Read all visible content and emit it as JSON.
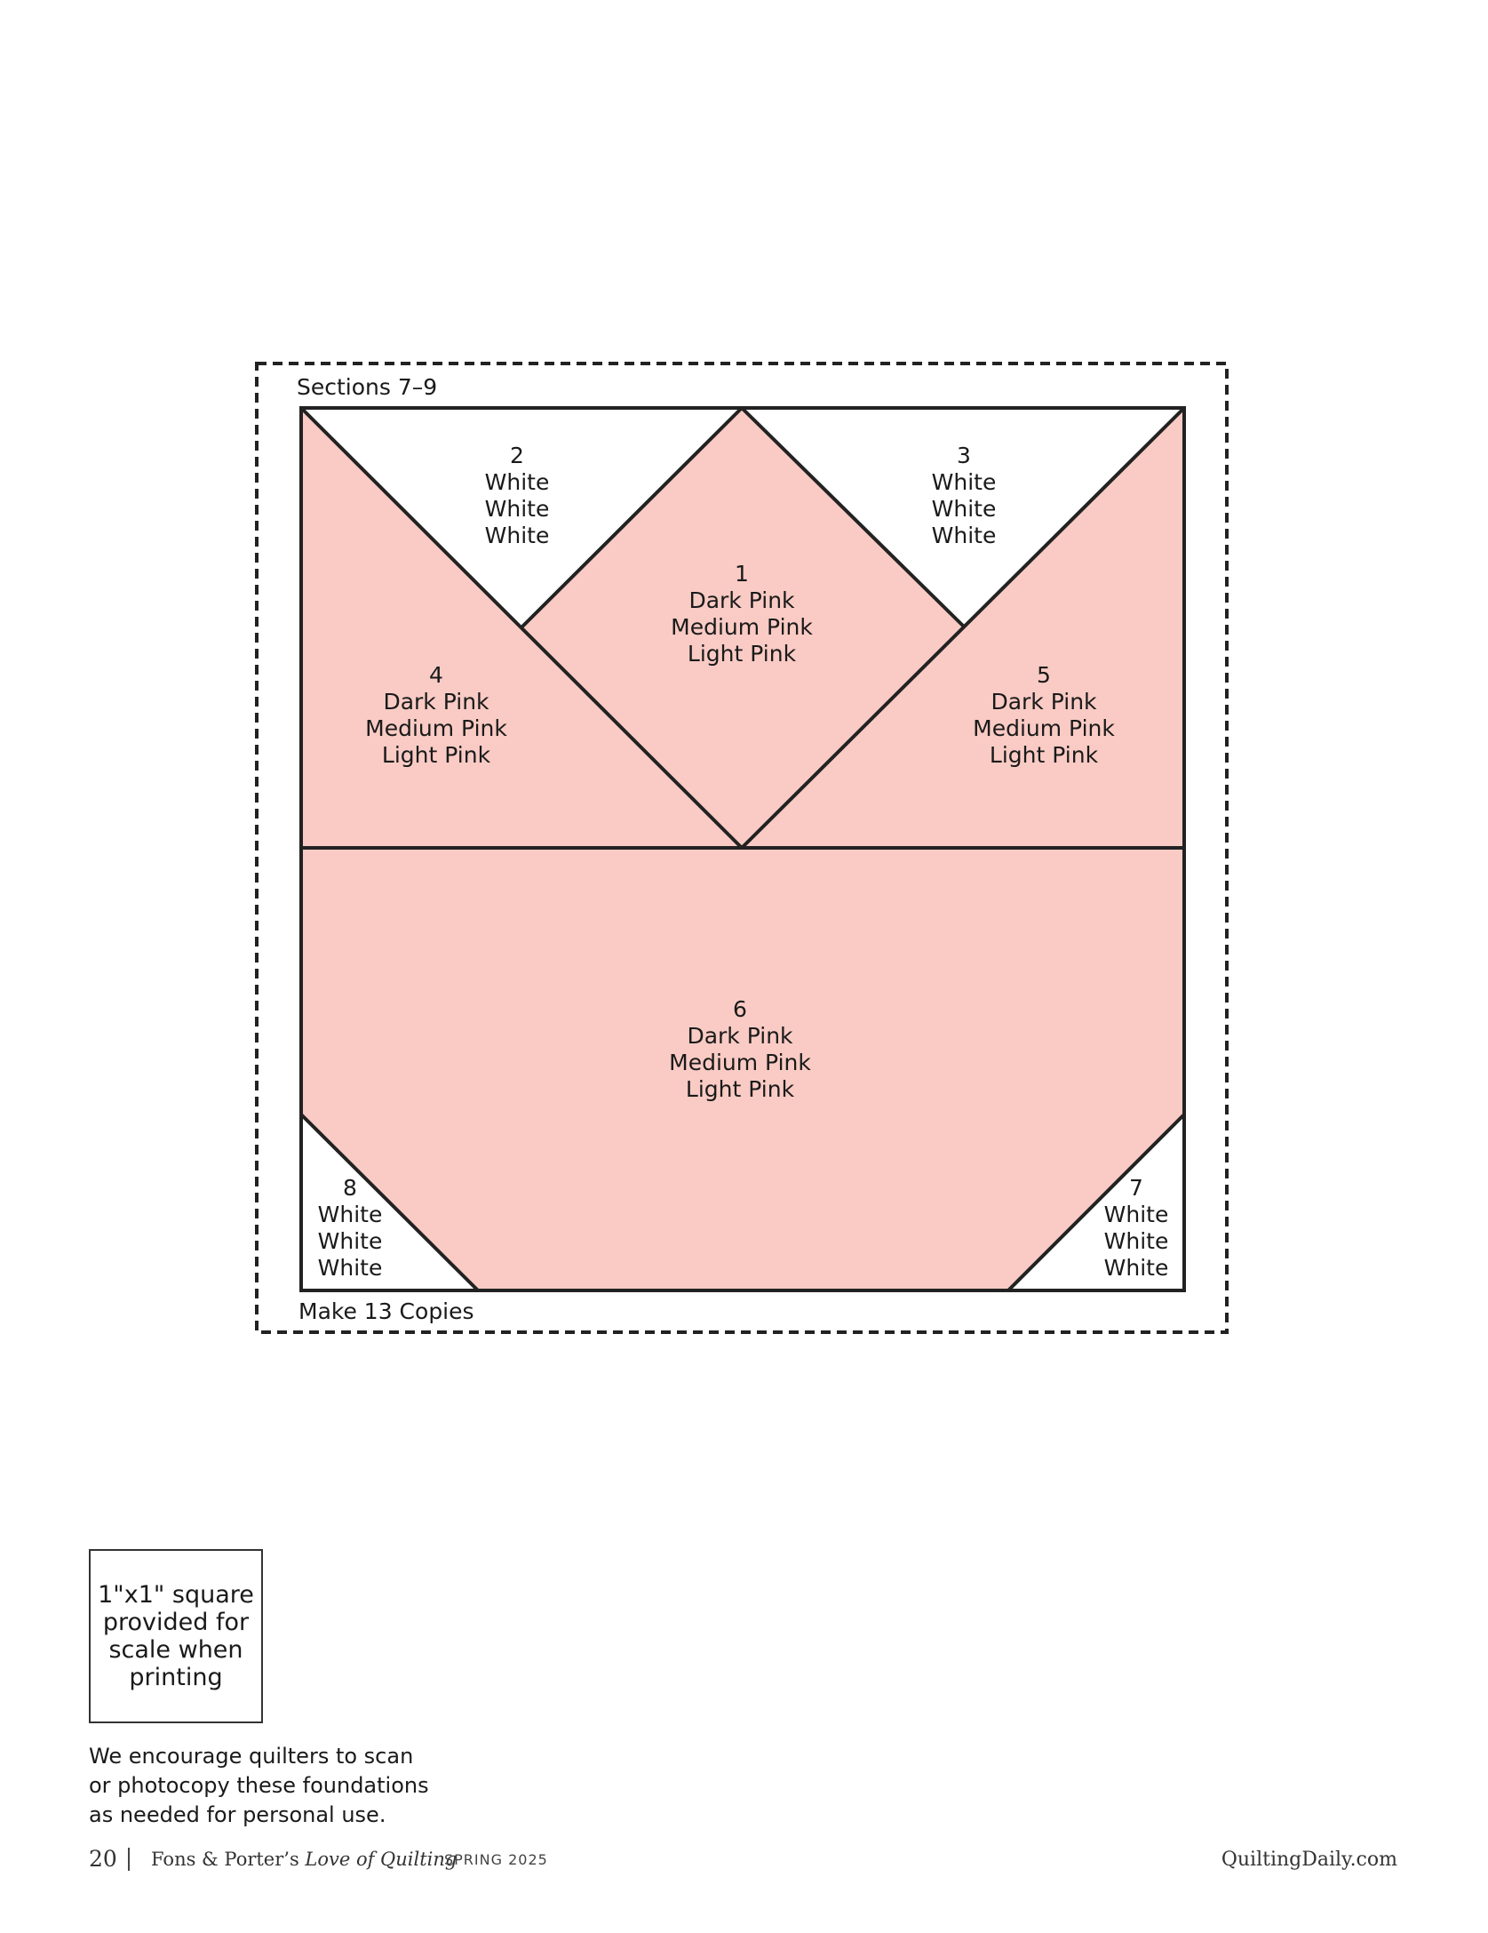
{
  "diagram": {
    "header": "Sections 7–9",
    "footer": "Make 13 Copies",
    "colors": {
      "pink": "#f9cbc4",
      "white": "#ffffff",
      "outline": "#222222"
    },
    "pieces": {
      "p1": {
        "num": "1",
        "line1": "Dark Pink",
        "line2": "Medium Pink",
        "line3": "Light Pink"
      },
      "p2": {
        "num": "2",
        "line1": "White",
        "line2": "White",
        "line3": "White"
      },
      "p3": {
        "num": "3",
        "line1": "White",
        "line2": "White",
        "line3": "White"
      },
      "p4": {
        "num": "4",
        "line1": "Dark Pink",
        "line2": "Medium Pink",
        "line3": "Light Pink"
      },
      "p5": {
        "num": "5",
        "line1": "Dark Pink",
        "line2": "Medium Pink",
        "line3": "Light Pink"
      },
      "p6": {
        "num": "6",
        "line1": "Dark Pink",
        "line2": "Medium Pink",
        "line3": "Light Pink"
      },
      "p7": {
        "num": "7",
        "line1": "White",
        "line2": "White",
        "line3": "White"
      },
      "p8": {
        "num": "8",
        "line1": "White",
        "line2": "White",
        "line3": "White"
      }
    }
  },
  "scale_box": {
    "text": "1\"x1\" square\nprovided for\nscale when\nprinting"
  },
  "note": "We encourage quilters to scan\nor photocopy these foundations\nas needed for personal use.",
  "footer": {
    "page_number": "20",
    "publication_prefix": "Fons & Porter’s ",
    "publication_italic": "Love of Quilting",
    "season": "SPRING 2025",
    "website": "QuiltingDaily.com"
  }
}
